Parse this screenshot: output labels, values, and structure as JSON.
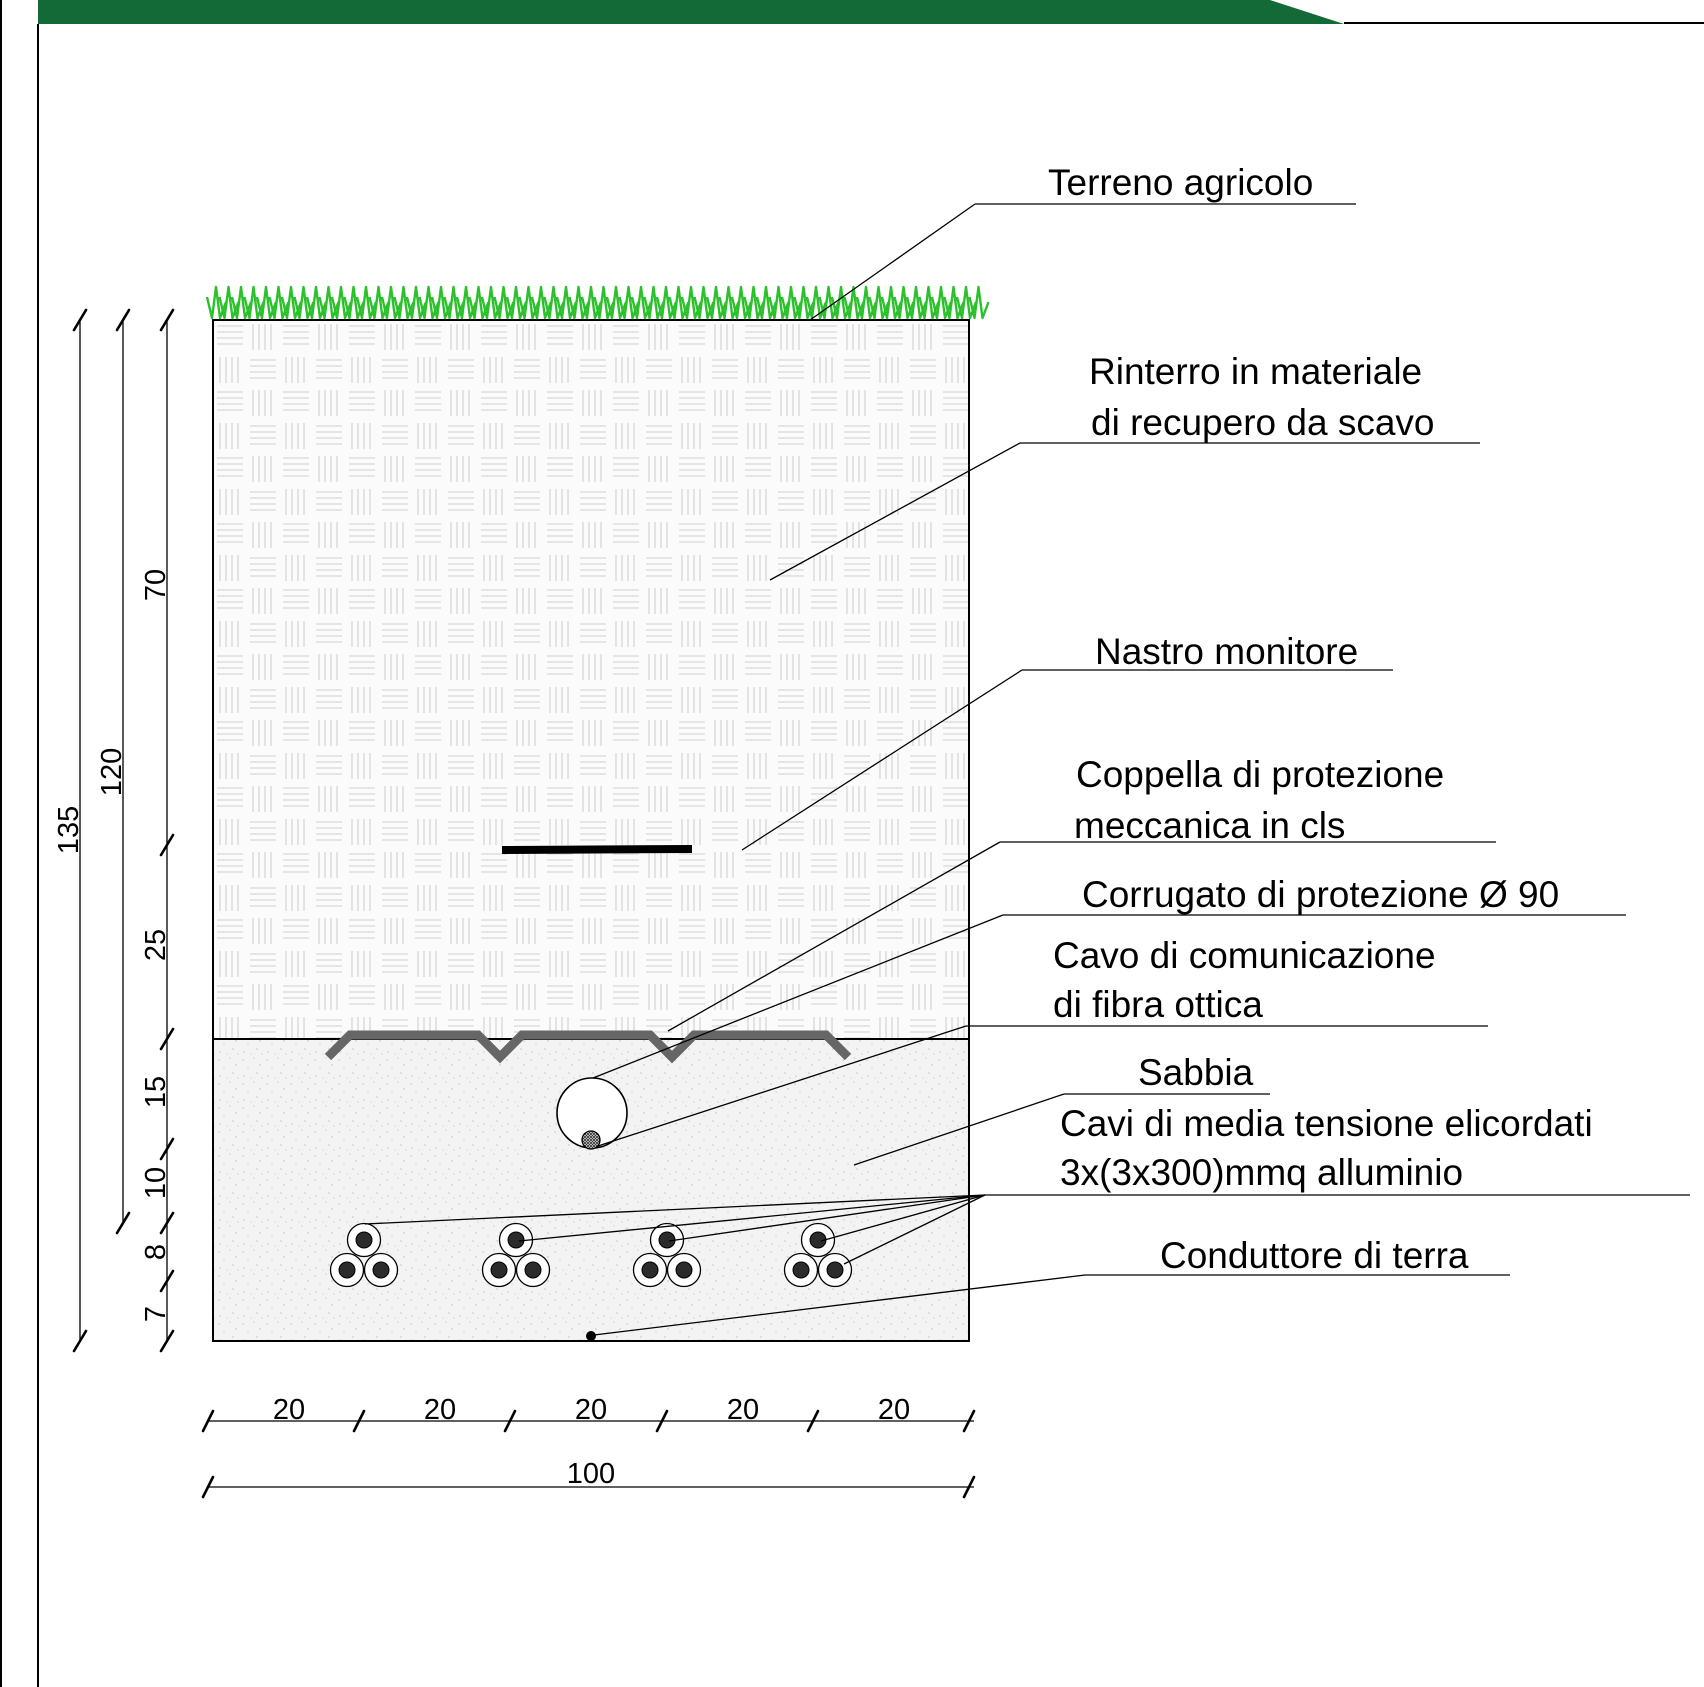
{
  "colors": {
    "header_band": "#146a37",
    "grass": "#2cc12c",
    "backfill_hatch": "#cfcfcf",
    "sand": "#f1f1f1",
    "coppella": "#666666",
    "nastro": "#000000"
  },
  "labels": {
    "terreno": "Terreno agricolo",
    "rinterro_1": "Rinterro in materiale",
    "rinterro_2": "di recupero da scavo",
    "nastro": "Nastro monitore",
    "coppella_1": "Coppella di protezione",
    "coppella_2": "meccanica in cls",
    "corrugato": "Corrugato di protezione Ø 90",
    "cavo_fibra_1": "Cavo di comunicazione",
    "cavo_fibra_2": "di fibra ottica",
    "sabbia": "Sabbia",
    "cavi_mt_1": "Cavi di  media  tensione elicordati",
    "cavi_mt_2": "3x(3x300)mmq alluminio",
    "conduttore": "Conduttore di terra"
  },
  "vertical_dimensions": {
    "total": "135",
    "to_cables": "120",
    "backfill_upper": "70",
    "backfill_lower": "25",
    "sand_upper": "15",
    "sand_mid": "10",
    "cable_trefoil": "8",
    "bottom": "7"
  },
  "horizontal_dimensions": {
    "segments": [
      "20",
      "20",
      "20",
      "20",
      "20"
    ],
    "total": "100"
  },
  "icons": {
    "grass": "grass-icon",
    "cable": "cable-trefoil-icon",
    "corrugated_pipe": "pipe-icon",
    "earth_conductor": "dot-icon"
  }
}
